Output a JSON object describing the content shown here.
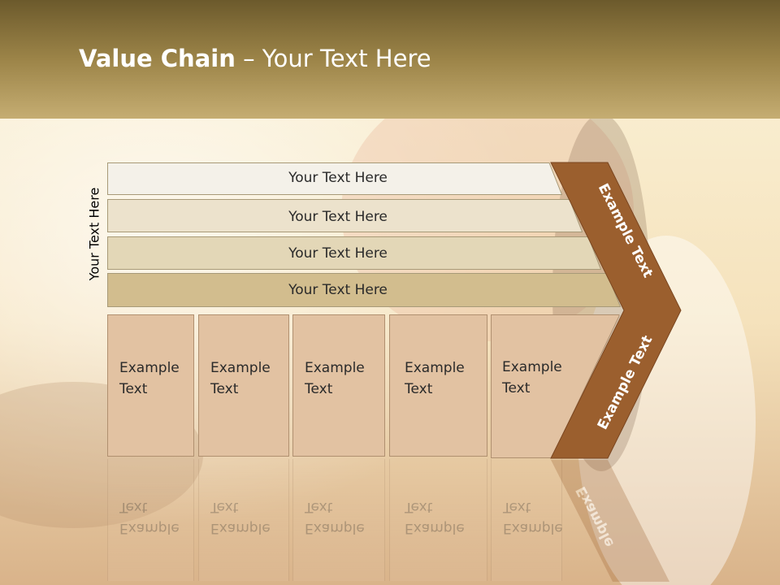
{
  "title": {
    "bold": "Value Chain",
    "rest": " – Your Text Here"
  },
  "side_label": "Your Text Here",
  "bands": [
    {
      "label": "Your Text Here"
    },
    {
      "label": "Your Text Here"
    },
    {
      "label": "Your Text Here"
    },
    {
      "label": "Your Text Here"
    }
  ],
  "boxes": [
    {
      "line1": "Example",
      "line2": "Text"
    },
    {
      "line1": "Example",
      "line2": "Text"
    },
    {
      "line1": "Example",
      "line2": "Text"
    },
    {
      "line1": "Example",
      "line2": "Text"
    },
    {
      "line1": "Example",
      "line2": "Text"
    }
  ],
  "chevron": {
    "upper": "Example Text",
    "lower": "Example Text",
    "reflection": "Example"
  },
  "colors": {
    "header": "#8f7840",
    "band1": "#f4f1e9",
    "band2": "#ece2cc",
    "band3": "#e3d7b7",
    "band4": "#d2bd8e",
    "box": "#e2c2a2",
    "chevron": "#9b5f2e"
  }
}
